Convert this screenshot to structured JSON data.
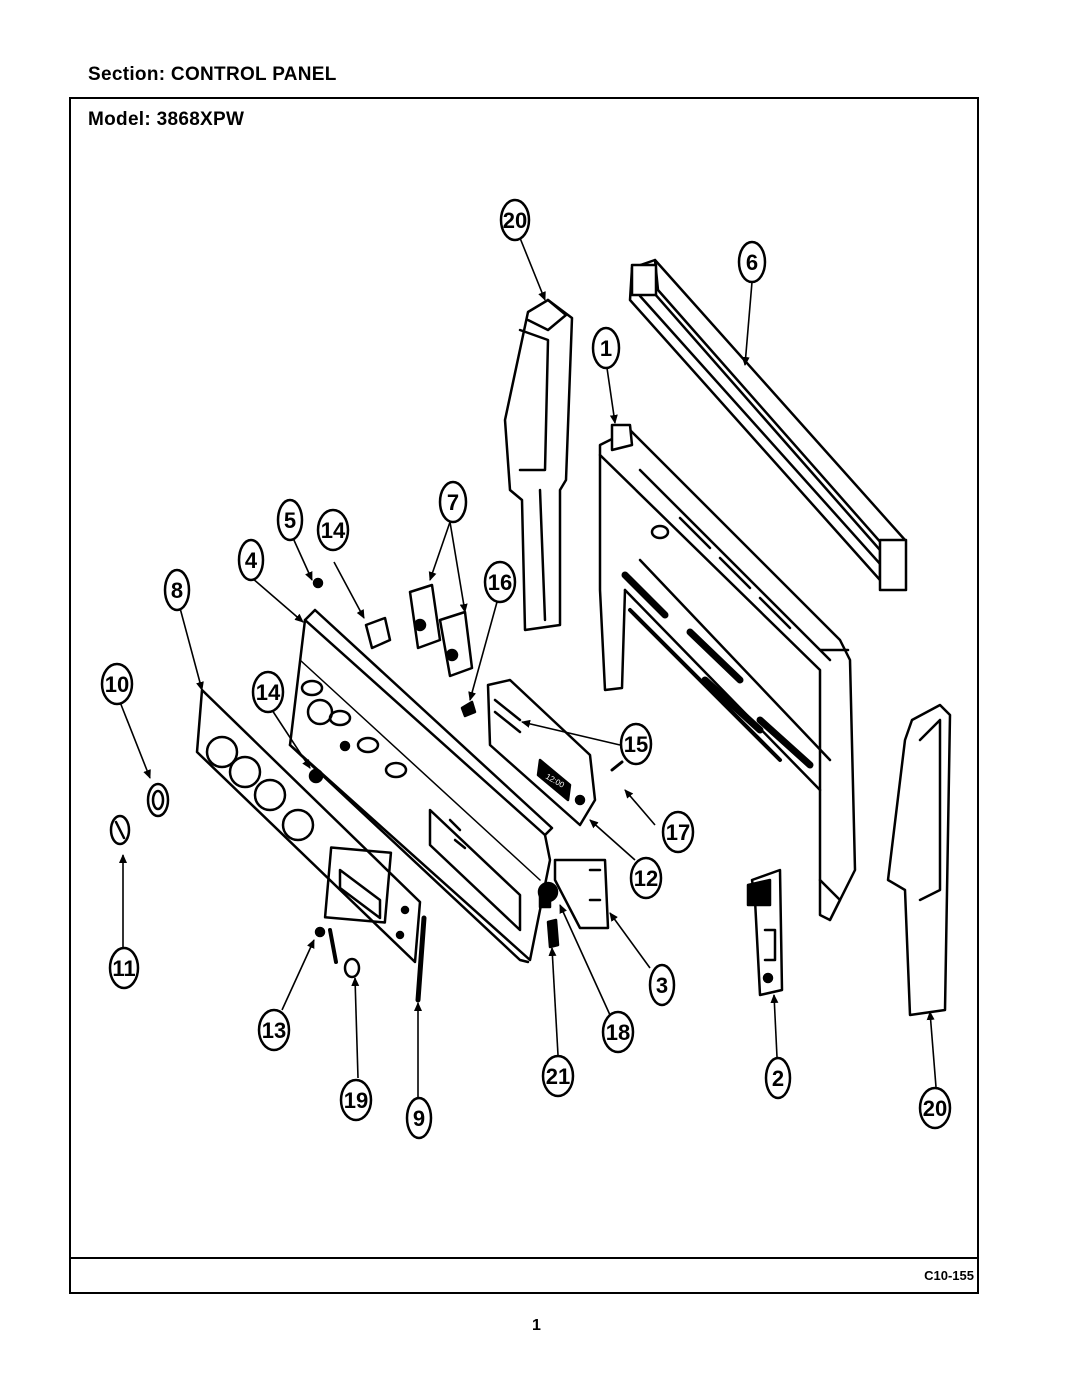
{
  "header": {
    "section_label": "Section:  CONTROL PANEL",
    "model_label": "Model:  3868XPW"
  },
  "footer": {
    "diagram_code": "C10-155",
    "page_number": "1"
  },
  "callouts": {
    "c1": "1",
    "c2": "2",
    "c3": "3",
    "c4": "4",
    "c5": "5",
    "c6": "6",
    "c7": "7",
    "c8": "8",
    "c9": "9",
    "c10": "10",
    "c11": "11",
    "c12": "12",
    "c13": "13",
    "c14a": "14",
    "c14b": "14",
    "c15": "15",
    "c16": "16",
    "c17": "17",
    "c18": "18",
    "c19": "19",
    "c20a": "20",
    "c20b": "20",
    "c21": "21"
  },
  "display_text": "12:00"
}
